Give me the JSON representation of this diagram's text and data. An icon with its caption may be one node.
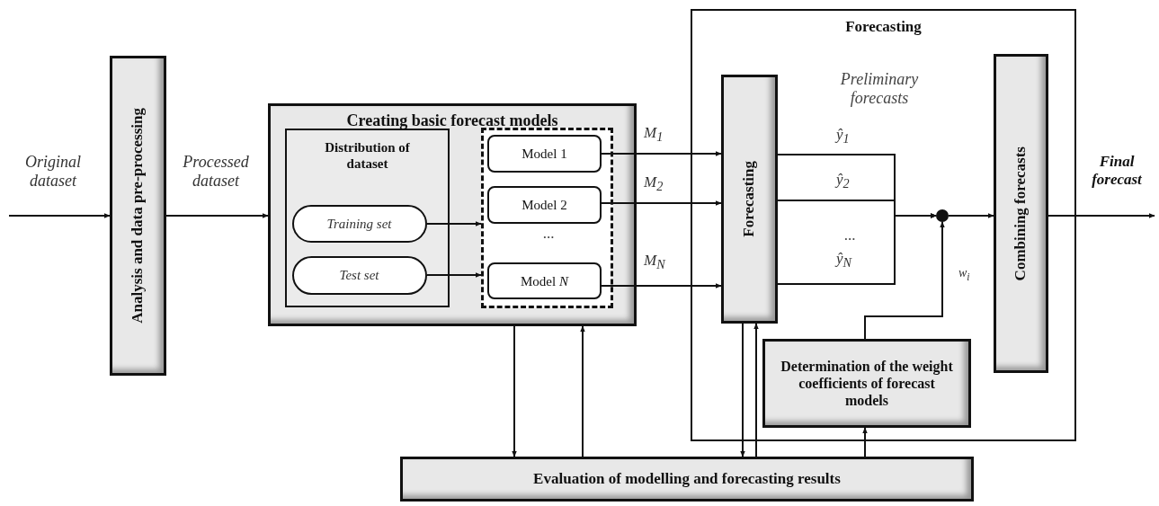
{
  "diagram": {
    "nodes": [
      {
        "text": [
          "Analysis and data pre-processing"
        ]
      },
      {
        "text": [
          "Creating basic forecast models"
        ]
      },
      {
        "text": [
          "Distribution of dataset"
        ],
        "in": 1
      },
      {
        "text": [
          "Training set"
        ],
        "in": 2
      },
      {
        "text": [
          "Test set"
        ],
        "in": 2
      },
      {
        "text": [],
        "shape": "box",
        "in": 1
      },
      {
        "text": [
          "Model 1"
        ],
        "in": 5
      },
      {
        "text": [
          "Model 2"
        ],
        "in": 5
      },
      {
        "text": [
          "Model *N*"
        ],
        "in": 5
      },
      {
        "text": [
          "Forecasting"
        ]
      },
      {
        "text": [
          "Forecasting"
        ],
        "in": 9
      },
      {
        "text": [
          "Combining forecasts"
        ],
        "in": 9
      },
      {
        "text": [
          "Determination of the weight coefficients of forecast models"
        ],
        "in": 9
      },
      {
        "text": [],
        "shape": "circle",
        "in": 9
      },
      {
        "text": [
          "Evaluation of modelling and forecasting results"
        ]
      }
    ],
    "edges": [
      {
        "from": null,
        "to": 0,
        "arrow": "to",
        "label": "Original dataset"
      },
      {
        "from": 0,
        "to": 1,
        "arrow": "to",
        "label": "Processed dataset"
      },
      {
        "from": 3,
        "to": 5,
        "arrow": "to"
      },
      {
        "from": 4,
        "to": 5,
        "arrow": "to"
      },
      {
        "from": 6,
        "to": 10,
        "arrow": "to",
        "label": "*M*$_{1}$"
      },
      {
        "from": 7,
        "to": 10,
        "arrow": "to",
        "label": "*M*$_{2}$"
      },
      {
        "from": 8,
        "to": 10,
        "arrow": "to",
        "label": "*M*$_{N}$"
      },
      {
        "from": 10,
        "to": 13,
        "arrow": "to",
        "label": "*ŷ*$_{1}$"
      },
      {
        "from": 10,
        "to": 13,
        "arrow": "to",
        "label": "*ŷ*$_{2}$"
      },
      {
        "from": 10,
        "to": 13,
        "arrow": "to",
        "label": "*ŷ*$_{N}$"
      },
      {
        "from": 13,
        "to": 11,
        "arrow": "to"
      },
      {
        "from": 11,
        "to": null,
        "arrow": "to",
        "label": "Final forecast"
      },
      {
        "from": 12,
        "to": 13,
        "arrow": "to",
        "label": "*w*$_{i}$"
      },
      {
        "from": 1,
        "to": 14,
        "arrow": "to"
      },
      {
        "from": 14,
        "to": 1,
        "arrow": "to"
      },
      {
        "from": 10,
        "to": 14,
        "arrow": "to"
      },
      {
        "from": 14,
        "to": 10,
        "arrow": "to"
      },
      {
        "from": 14,
        "to": 12,
        "arrow": "to"
      }
    ],
    "labels": [
      "Preliminary forecasts",
      "...",
      "..."
    ]
  }
}
